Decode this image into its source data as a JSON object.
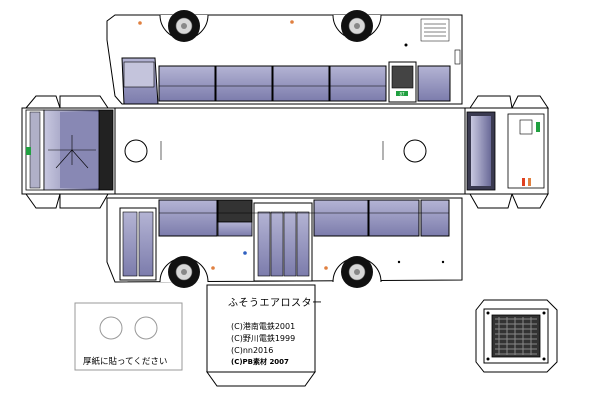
{
  "model_name": "ふそうエアロスター",
  "credits": [
    "(C)港南電鉄2001",
    "(C)野川電鉄1999",
    "(C)nn2016",
    "(C)PB素材 2007"
  ],
  "board_note": "厚紙に貼ってください",
  "route_sign": "87",
  "colors": {
    "window": "#9c9cc4",
    "window_dark": "#6c6c98",
    "line": "#000000",
    "tire": "#111111",
    "rim": "#d8d8d8",
    "accent_orange": "#e08040",
    "accent_green": "#20a040"
  }
}
